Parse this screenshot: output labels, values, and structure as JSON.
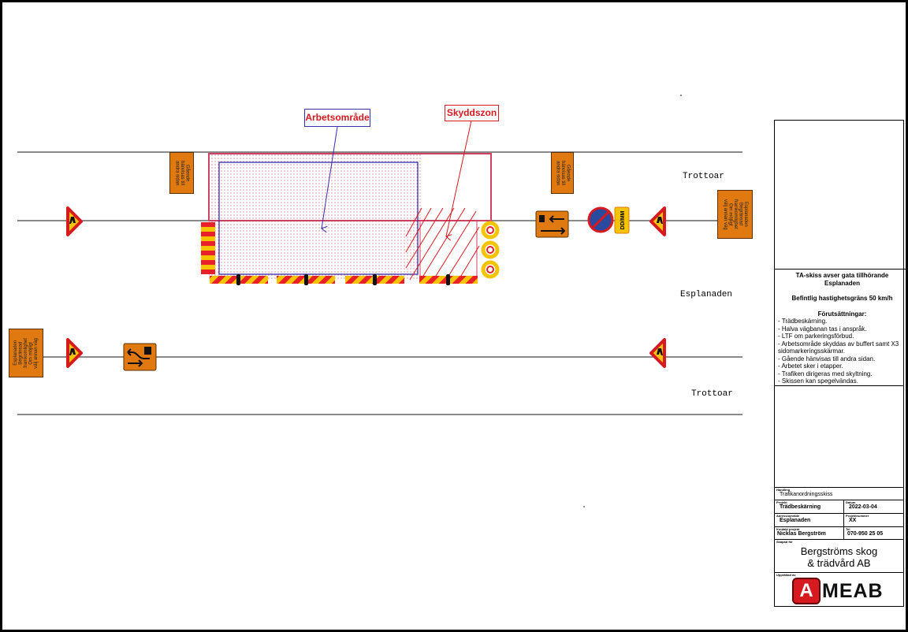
{
  "labels": {
    "work_area": "Arbetsområde",
    "safety_zone": "Skyddszon"
  },
  "street_labels": {
    "sidewalk_top": "Trottoar",
    "street": "Esplanaden",
    "sidewalk_bottom": "Trottoar"
  },
  "signs": {
    "pedestrian_left": "Gående\nhänvisas till\nandra sidan",
    "pedestrian_right": "Gående\nhänvisas till\nandra sidan",
    "info_right": "Esplanaden\nBegränsad\nframkomlighet\nOm möjligt\nvälj annan väg",
    "info_left": "Esplanaden\nBegränsad\nframkomlighet\nOm möjligt\nvälj annan väg",
    "date_plate": "DD/MM"
  },
  "title_block": {
    "heading": "TA-skiss avser gata tillhörande Esplanaden",
    "speed": "Befintlig hastighetsgräns 50 km/h",
    "prereq_title": "Förutsättningar:",
    "prereqs": [
      "- Trädbeskärning.",
      "- Halva vägbanan tas i anspråk.",
      "- LTF om parkeringsförbud.",
      "- Arbetsområde skyddas av buffert samt X3 sidomarkeringsskärmar.",
      "- Gående hänvisas till andra sidan.",
      "- Arbetet sker i etapper.",
      "- Trafiken dirigeras med skyltning.",
      "- Skissen kan spegelvändas."
    ],
    "fields": {
      "handling_label": "Handling",
      "handling": "Trafikanordningsskiss",
      "projekt_label": "Projekt",
      "projekt": "Trädbeskärning",
      "datum_label": "Datum",
      "datum": "2022-03-04",
      "adress_label": "Adress/område",
      "adress": "Esplanaden",
      "projektnummer_label": "Projektnummer",
      "projektnummer": "XX",
      "kontakt_label": "Kontakt projekt",
      "kontakt": "Nicklas Bergström",
      "tel_label": "Tel",
      "tel": "070-950 25 05",
      "skapad_label": "Skapad för",
      "skapad": "Bergströms skog & trädvård AB",
      "upprattad_label": "Upprättad av",
      "logo_a": "A",
      "logo_rest": "MEAB"
    }
  },
  "colors": {
    "orange": "#e07a10",
    "red": "#d71920",
    "yellow": "#f5c400",
    "blue": "#3a2fb0"
  }
}
